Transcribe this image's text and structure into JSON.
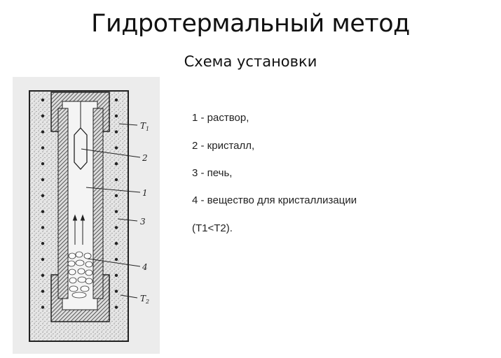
{
  "title": "Гидротермальный метод",
  "subtitle": "Схема установки",
  "diagram_labels": {
    "t1": "T",
    "t1_sub": "1",
    "t2": "T",
    "t2_sub": "2",
    "l1": "1",
    "l2": "2",
    "l3": "3",
    "l4": "4"
  },
  "legend": [
    "1 - раствор,",
    "2 - кристалл,",
    "3 - печь,",
    "4 - вещество для кристаллизации",
    "(T1<T2)."
  ]
}
